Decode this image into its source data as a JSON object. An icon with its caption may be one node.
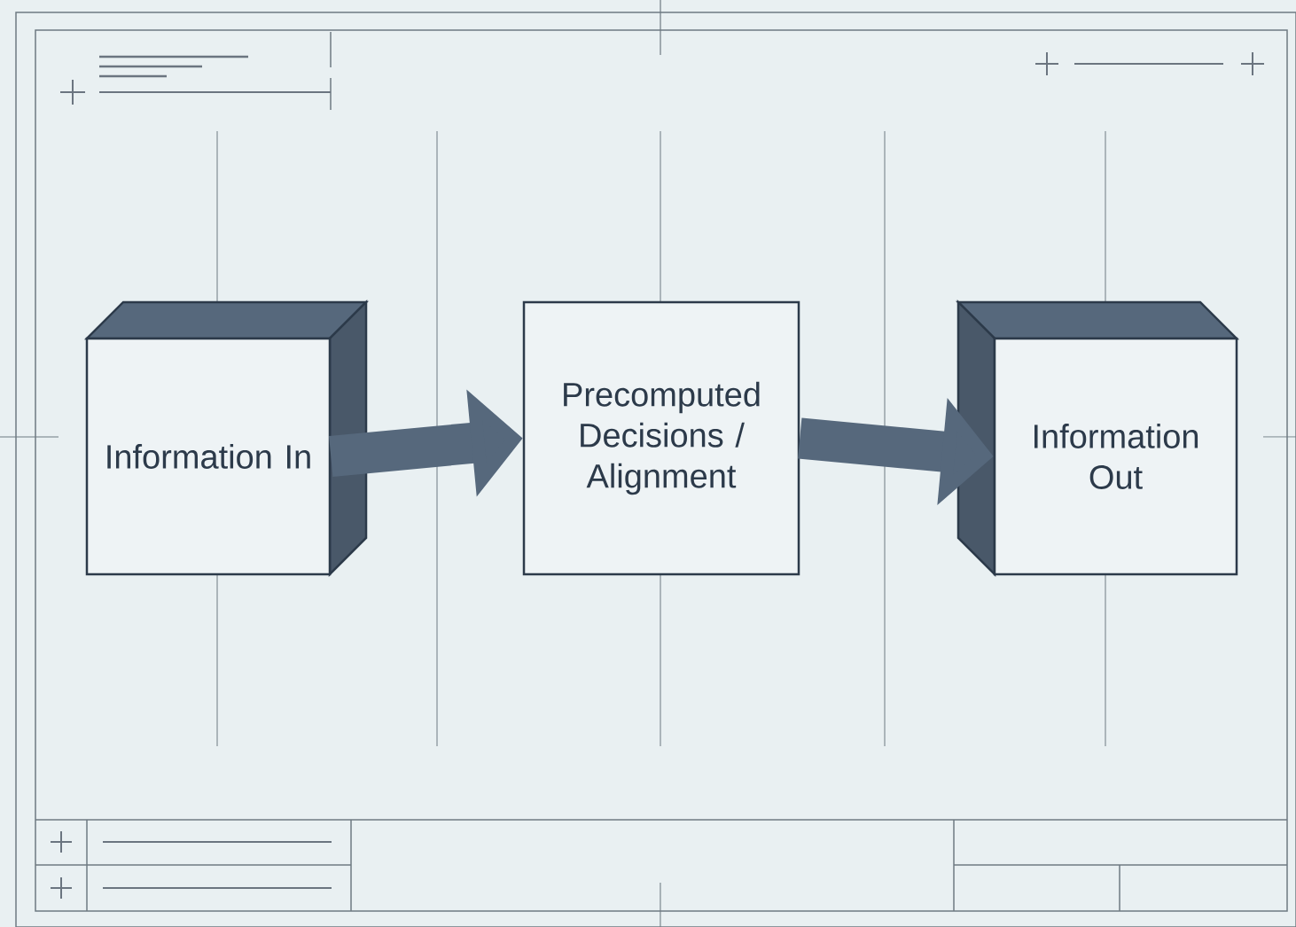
{
  "diagram": {
    "nodes": [
      {
        "text": [
          "Information In"
        ]
      },
      {
        "text": [
          "Precomputed Decisions / Alignment"
        ]
      },
      {
        "text": [
          "Information Out"
        ]
      }
    ],
    "edges": [
      {
        "from": 0,
        "to": 1,
        "arrow": "to"
      },
      {
        "from": 1,
        "to": 2,
        "arrow": "to"
      }
    ]
  }
}
